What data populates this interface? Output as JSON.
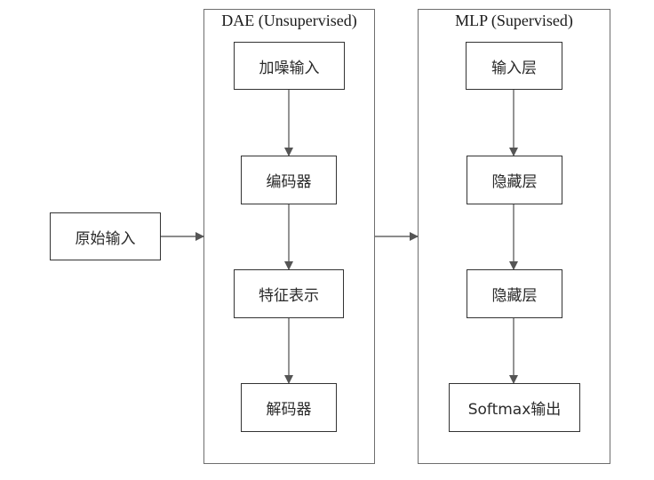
{
  "diagram": {
    "input_node": {
      "label": "原始输入"
    },
    "groups": [
      {
        "id": "dae",
        "title": "DAE (Unsupervised)",
        "nodes": [
          {
            "label": "加噪输入"
          },
          {
            "label": "编码器"
          },
          {
            "label": "特征表示"
          },
          {
            "label": "解码器"
          }
        ]
      },
      {
        "id": "mlp",
        "title": "MLP (Supervised)",
        "nodes": [
          {
            "label": "输入层"
          },
          {
            "label": "隐藏层"
          },
          {
            "label": "隐藏层"
          },
          {
            "label": "Softmax输出"
          }
        ]
      }
    ],
    "edges": [
      {
        "from": "原始输入",
        "to": "DAE (Unsupervised)"
      },
      {
        "from": "DAE (Unsupervised)",
        "to": "MLP (Supervised)"
      },
      {
        "from": "加噪输入",
        "to": "编码器"
      },
      {
        "from": "编码器",
        "to": "特征表示"
      },
      {
        "from": "特征表示",
        "to": "解码器"
      },
      {
        "from": "输入层",
        "to": "隐藏层"
      },
      {
        "from": "隐藏层",
        "to": "隐藏层"
      },
      {
        "from": "隐藏层",
        "to": "Softmax输出"
      }
    ],
    "colors": {
      "line": "#666666",
      "border": "#333333",
      "container": "#6e6e6e"
    }
  }
}
